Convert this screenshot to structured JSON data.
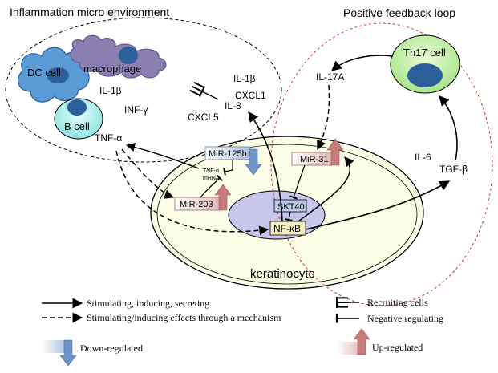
{
  "regions": {
    "inflammation_title": "Inflammation micro environment",
    "feedback_title": "Positive feedback loop",
    "keratinocyte_label": "keratinocyte"
  },
  "cells": {
    "dc_cell": "DC cell",
    "macrophage": "macrophage",
    "b_cell": "B cell",
    "th17_cell": "Th17 cell"
  },
  "molecules": {
    "il1b_left": "IL-1β",
    "infg": "INF-γ",
    "il1b_right": "IL-1β",
    "cxcl1": "CXCL1",
    "il8": "IL-8",
    "cxcl5": "CXCL5",
    "tnfa": "TNF-α",
    "il17a": "IL-17A",
    "il6": "IL-6",
    "tgfb": "TGF-β",
    "mir125b": "MiR-125b",
    "tnfa_mrna_line1": "TNF-α",
    "tnfa_mrna_line2": "mRNA",
    "mir203": "MiR-203",
    "mir31": "MiR-31",
    "skt40": "SKT40",
    "nfkb": "NF-κB"
  },
  "legend": {
    "stimulating": "Stimulating, inducing, secreting",
    "through_mechanism": "Stimulating/inducing effects through a mechanism",
    "recruiting": "Recruiting cells",
    "negative": "Negative regulating",
    "down": "Down-regulated",
    "up": "Up-regulated"
  },
  "colors": {
    "dc_cell_fill": "#5b9bd5",
    "macrophage_fill": "#8a7fb0",
    "b_cell_fill": "#b3f2f0",
    "th17_fill": "#c8f0b0",
    "nucleus_fill": "#2d5f9a",
    "keratinocyte_fill": "#fbfde6",
    "nucleus_region_fill": "#c9c6ee",
    "mir_up_fill": "#e3b9b9",
    "mir_down_fill": "#a9bedf",
    "up_arrow_fill": "#c97a7a",
    "down_arrow_fill": "#6f95c8",
    "feedback_border": "#c0392b"
  }
}
